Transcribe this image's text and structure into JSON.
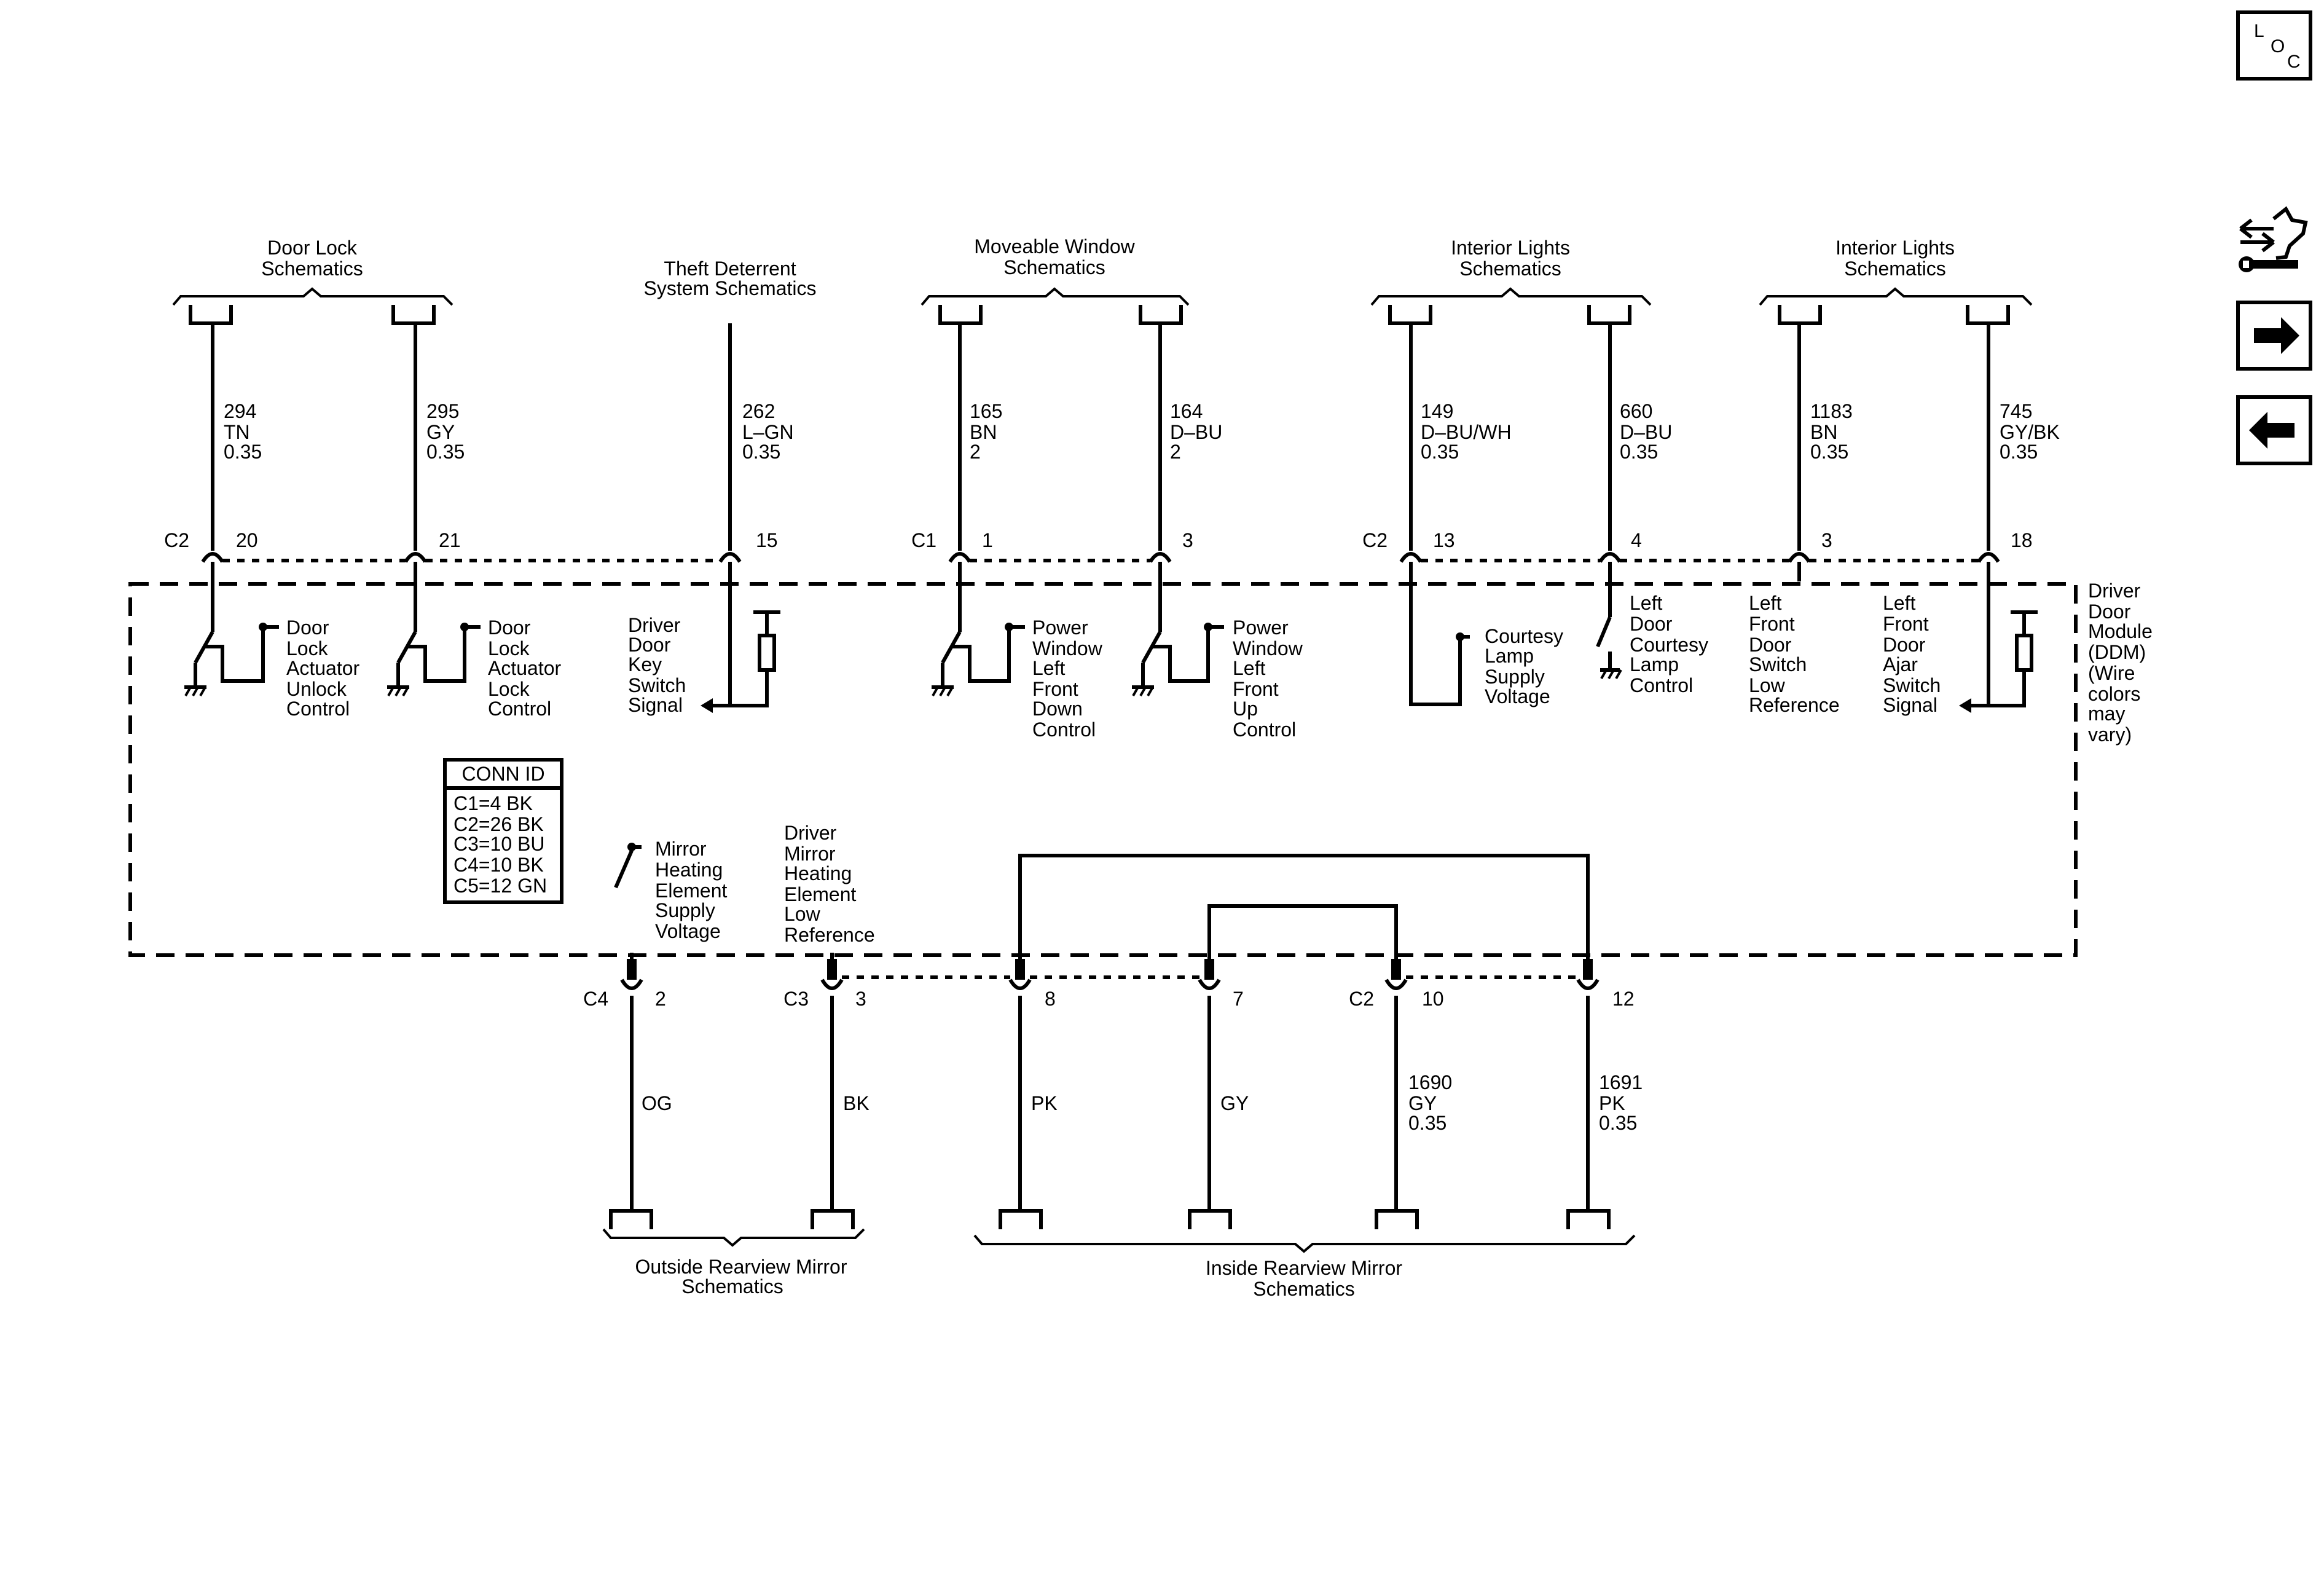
{
  "nav": {
    "loc": [
      "L",
      "O",
      "C"
    ]
  },
  "headers": {
    "door_lock": [
      "Door Lock",
      "Schematics"
    ],
    "theft": [
      "Theft Deterrent",
      "System Schematics"
    ],
    "window": [
      "Moveable Window",
      "Schematics"
    ],
    "interior1": [
      "Interior Lights",
      "Schematics"
    ],
    "interior2": [
      "Interior Lights",
      "Schematics"
    ],
    "outside_mirror": [
      "Outside Rearview Mirror",
      "Schematics"
    ],
    "inside_mirror": [
      "Inside Rearview Mirror",
      "Schematics"
    ]
  },
  "wires_top": [
    {
      "circuit": "294",
      "color": "TN",
      "size": "0.35",
      "connector": "C2",
      "pin": "20"
    },
    {
      "circuit": "295",
      "color": "GY",
      "size": "0.35",
      "connector": "",
      "pin": "21"
    },
    {
      "circuit": "262",
      "color": "L–GN",
      "size": "0.35",
      "connector": "",
      "pin": "15"
    },
    {
      "circuit": "165",
      "color": "BN",
      "size": "2",
      "connector": "C1",
      "pin": "1"
    },
    {
      "circuit": "164",
      "color": "D–BU",
      "size": "2",
      "connector": "",
      "pin": "3"
    },
    {
      "circuit": "149",
      "color": "D–BU/WH",
      "size": "0.35",
      "connector": "C2",
      "pin": "13"
    },
    {
      "circuit": "660",
      "color": "D–BU",
      "size": "0.35",
      "connector": "",
      "pin": "4"
    },
    {
      "circuit": "1183",
      "color": "BN",
      "size": "0.35",
      "connector": "",
      "pin": "3"
    },
    {
      "circuit": "745",
      "color": "GY/BK",
      "size": "0.35",
      "connector": "",
      "pin": "18"
    }
  ],
  "wires_bottom": [
    {
      "circuit": "",
      "color": "OG",
      "size": "",
      "connector": "C4",
      "pin": "2"
    },
    {
      "circuit": "",
      "color": "BK",
      "size": "",
      "connector": "C3",
      "pin": "3"
    },
    {
      "circuit": "",
      "color": "PK",
      "size": "",
      "connector": "",
      "pin": "8"
    },
    {
      "circuit": "",
      "color": "GY",
      "size": "",
      "connector": "",
      "pin": "7"
    },
    {
      "circuit": "1690",
      "color": "GY",
      "size": "0.35",
      "connector": "C2",
      "pin": "10"
    },
    {
      "circuit": "1691",
      "color": "PK",
      "size": "0.35",
      "connector": "",
      "pin": "12"
    }
  ],
  "functions": {
    "door_lock_unlock": [
      "Door",
      "Lock",
      "Actuator",
      "Unlock",
      "Control"
    ],
    "door_lock_lock": [
      "Door",
      "Lock",
      "Actuator",
      "Lock",
      "Control"
    ],
    "key_switch": [
      "Driver",
      "Door",
      "Key",
      "Switch",
      "Signal"
    ],
    "window_down": [
      "Power",
      "Window",
      "Left",
      "Front",
      "Down",
      "Control"
    ],
    "window_up": [
      "Power",
      "Window",
      "Left",
      "Front",
      "Up",
      "Control"
    ],
    "courtesy_supply": [
      "Courtesy",
      "Lamp",
      "Supply",
      "Voltage"
    ],
    "courtesy_control": [
      "Left",
      "Door",
      "Courtesy",
      "Lamp",
      "Control"
    ],
    "door_switch_low": [
      "Left",
      "Front",
      "Door",
      "Switch",
      "Low",
      "Reference"
    ],
    "ajar_signal": [
      "Left",
      "Front",
      "Door",
      "Ajar",
      "Switch",
      "Signal"
    ],
    "mirror_heat_supply": [
      "Mirror",
      "Heating",
      "Element",
      "Supply",
      "Voltage"
    ],
    "mirror_heat_low": [
      "Driver",
      "Mirror",
      "Heating",
      "Element",
      "Low",
      "Reference"
    ]
  },
  "module": [
    "Driver",
    "Door",
    "Module",
    "(DDM)",
    "(Wire",
    "colors",
    "may",
    "vary)"
  ],
  "conn_id": {
    "title": "CONN ID",
    "rows": [
      "C1=4 BK",
      "C2=26 BK",
      "C3=10 BU",
      "C4=10 BK",
      "C5=12 GN"
    ]
  }
}
